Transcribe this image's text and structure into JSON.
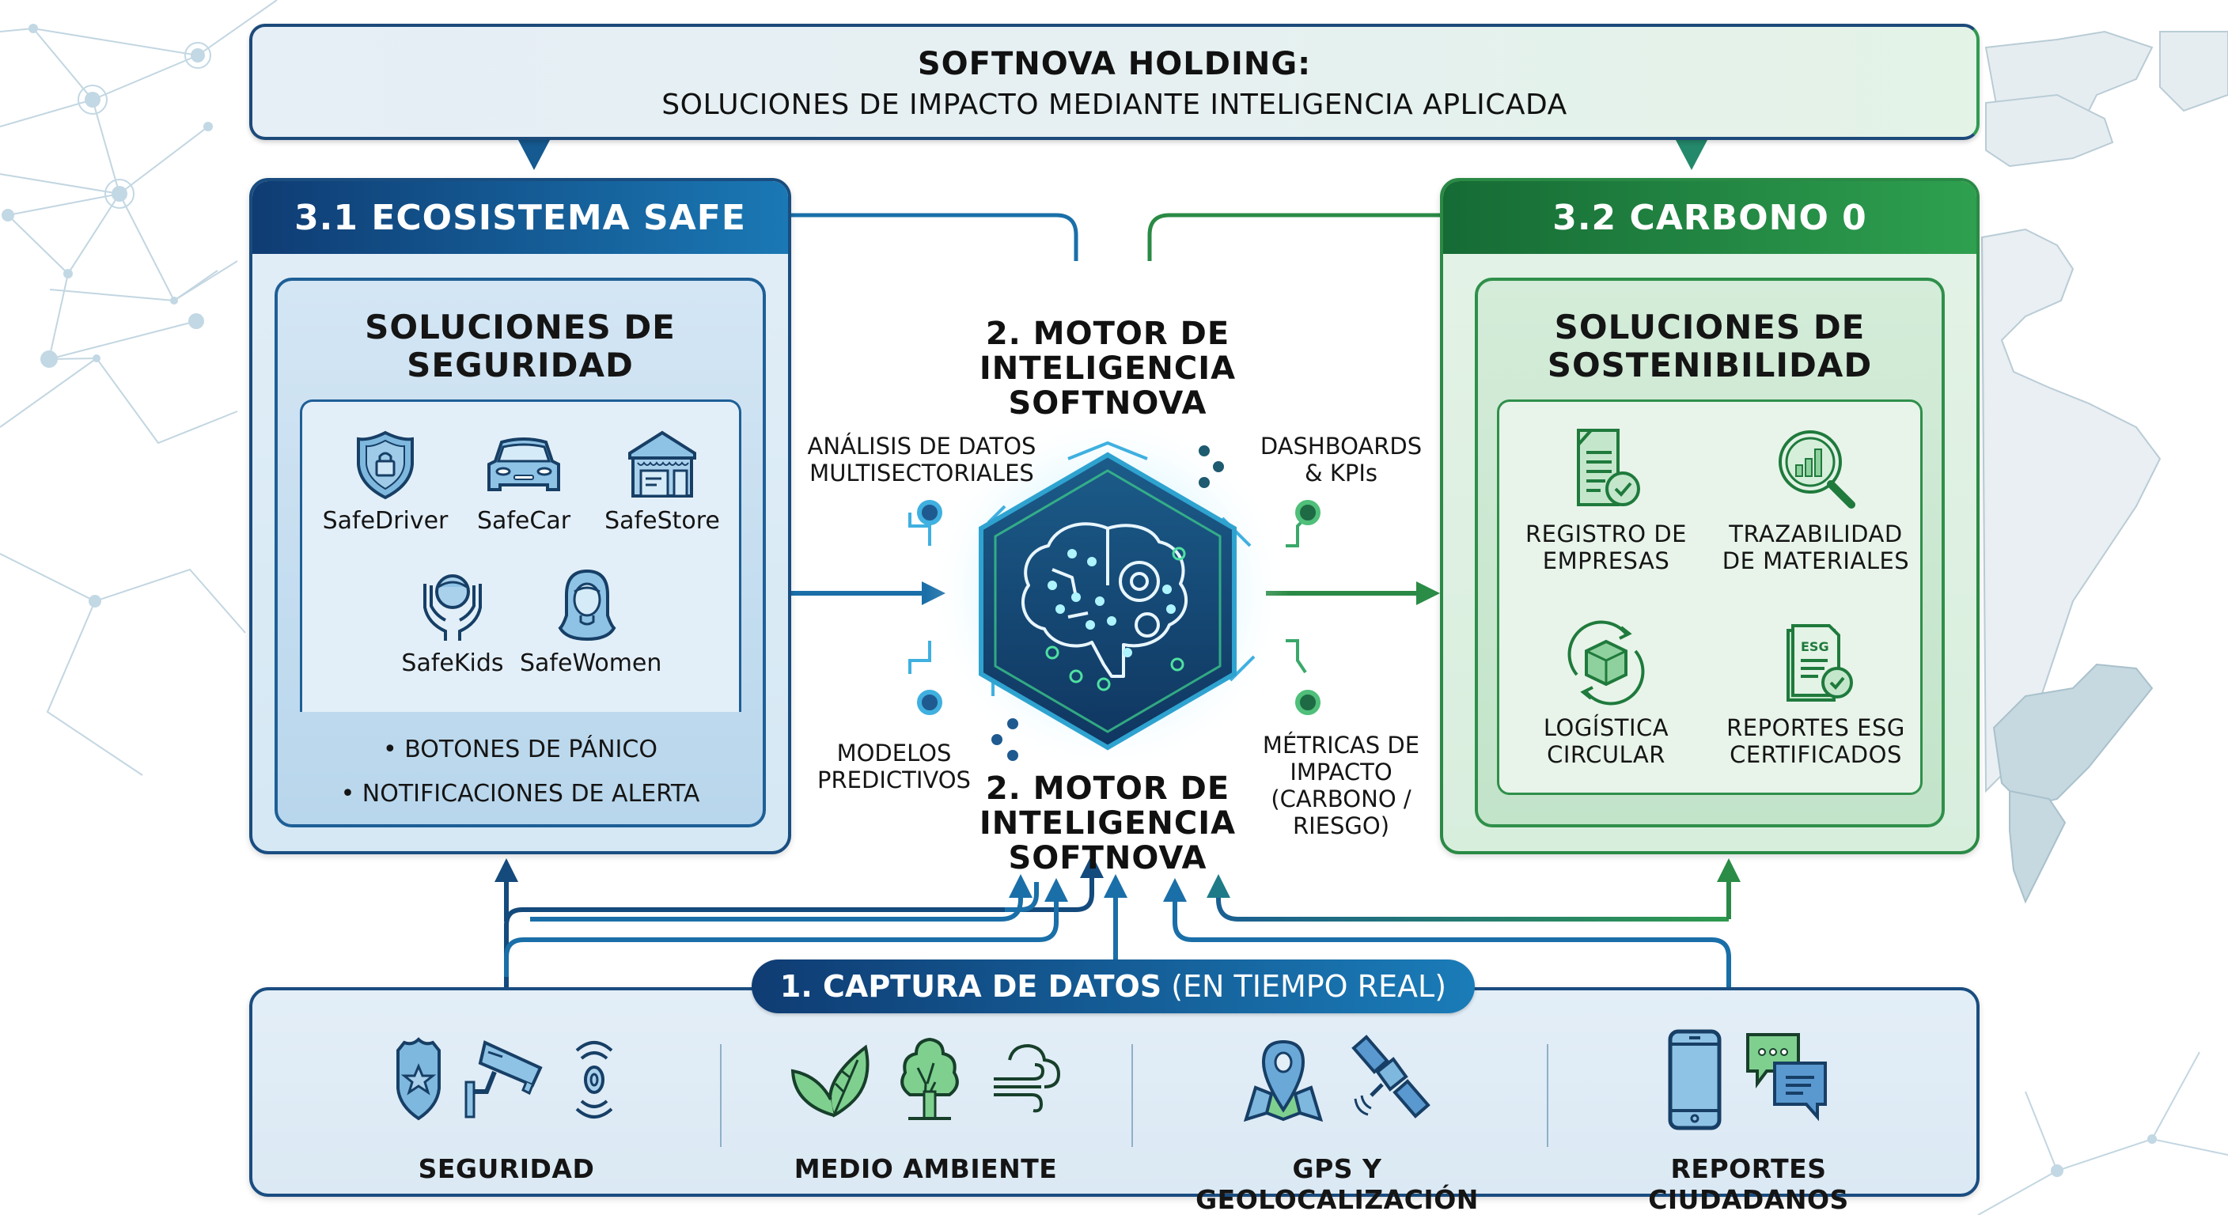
{
  "header": {
    "title": "SOFTNOVA HOLDING:",
    "subtitle": "SOLUCIONES DE IMPACTO MEDIANTE INTELIGENCIA APLICADA"
  },
  "safe": {
    "heading": "3.1 ECOSISTEMA SAFE",
    "inner_title_line1": "SOLUCIONES DE",
    "inner_title_line2": "SEGURIDAD",
    "products": [
      {
        "label": "SafeDriver",
        "icon": "shield-lock-icon"
      },
      {
        "label": "SafeCar",
        "icon": "car-icon"
      },
      {
        "label": "SafeStore",
        "icon": "store-icon"
      },
      {
        "label": "SafeKids",
        "icon": "hands-child-icon"
      },
      {
        "label": "SafeWomen",
        "icon": "woman-icon"
      }
    ],
    "bullets": [
      "• BOTONES DE PÁNICO",
      "• NOTIFICACIONES DE ALERTA"
    ]
  },
  "carbono": {
    "heading": "3.2 CARBONO 0",
    "inner_title_line1": "SOLUCIONES DE",
    "inner_title_line2": "SOSTENIBILIDAD",
    "items": [
      {
        "line1": "REGISTRO DE",
        "line2": "EMPRESAS",
        "icon": "document-check-icon"
      },
      {
        "line1": "TRAZABILIDAD",
        "line2": "DE MATERIALES",
        "icon": "magnifier-chart-icon"
      },
      {
        "line1": "LOGÍSTICA",
        "line2": "CIRCULAR",
        "icon": "box-cycle-icon"
      },
      {
        "line1": "REPORTES ESG",
        "line2": "CERTIFICADOS",
        "icon": "esg-report-icon"
      }
    ],
    "esg_badge": "ESG"
  },
  "motor": {
    "title_line1": "2. MOTOR DE",
    "title_line2": "INTELIGENCIA",
    "title_line3": "SOFTNOVA",
    "features": {
      "analisis": [
        "ANÁLISIS DE DATOS",
        "MULTISECTORIALES"
      ],
      "dashboards": [
        "DASHBOARDS",
        "& KPIs"
      ],
      "modelos": [
        "MODELOS",
        "PREDICTIVOS"
      ],
      "metricas": [
        "MÉTRICAS DE",
        "IMPACTO",
        "(CARBONO /",
        "RIESGO)"
      ]
    }
  },
  "captura": {
    "title_bold": "1. CAPTURA DE DATOS",
    "title_light": "(EN TIEMPO REAL)",
    "groups": [
      {
        "label": "SEGURIDAD",
        "icons": [
          "police-badge-icon",
          "security-camera-icon",
          "signal-sensor-icon"
        ]
      },
      {
        "label": "MEDIO AMBIENTE",
        "icons": [
          "leaf-icon",
          "tree-icon",
          "wind-cloud-icon"
        ]
      },
      {
        "label": "GPS Y GEOLOCALIZACIÓN",
        "icons": [
          "map-pin-icon",
          "satellite-icon"
        ]
      },
      {
        "label": "REPORTES CIUDADANOS",
        "icons": [
          "smartphone-icon",
          "chat-bubbles-icon"
        ]
      }
    ]
  },
  "colors": {
    "safe_blue": "#1a4d80",
    "carbono_green": "#2a8a45",
    "accent_cyan": "#3fd0f0"
  }
}
